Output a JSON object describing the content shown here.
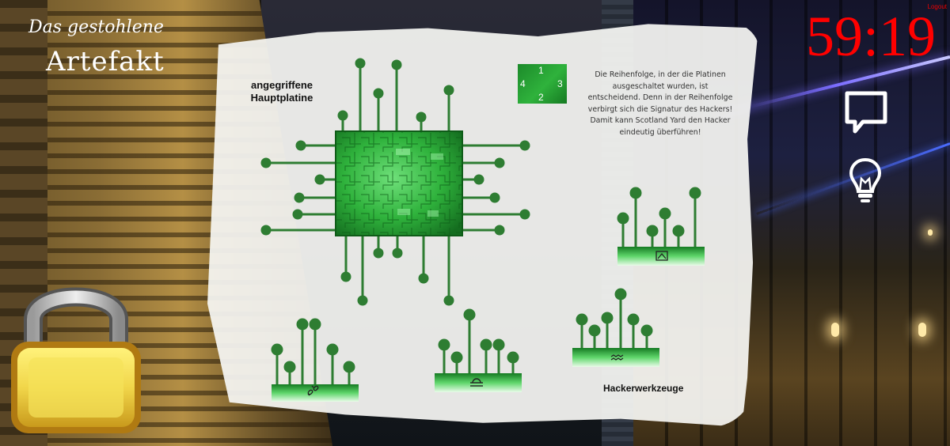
{
  "game": {
    "title_line1": "Das gestohlene",
    "title_line2": "Artefakt",
    "logout_label": "Logout",
    "timer": "59:19"
  },
  "puzzle": {
    "main_board_label_line1": "angegriffene",
    "main_board_label_line2": "Hauptplatine",
    "hint_text": "Die Reihenfolge, in der die Platinen ausgeschaltet wurden, ist entscheidend. Denn in der Reihenfolge verbirgt sich die Signatur des Hackers! Damit kann Scotland Yard den Hacker eindeutig überführen!",
    "tools_label": "Hackerwerkzeuge",
    "order_key": {
      "top": "1",
      "right": "3",
      "bottom": "2",
      "left": "4"
    }
  },
  "boards": [
    {
      "id": "board-1",
      "symbol": "broken-link-icon"
    },
    {
      "id": "board-2",
      "symbol": "libra-icon"
    },
    {
      "id": "board-3",
      "symbol": "aquarius-icon"
    },
    {
      "id": "board-4",
      "symbol": "mountain-image-icon"
    }
  ],
  "colors": {
    "timer": "#ff0000",
    "circuit": "#2e7d32",
    "board_green": "#2fb23c",
    "lock_gold": "#f1d64a"
  }
}
